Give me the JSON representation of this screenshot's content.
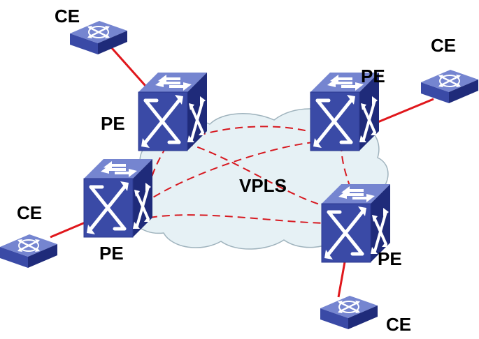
{
  "cloud": {
    "label": "VPLS"
  },
  "nodes": {
    "pe_nw": {
      "label": "PE"
    },
    "pe_ne": {
      "label": "PE"
    },
    "pe_sw": {
      "label": "PE"
    },
    "pe_se": {
      "label": "PE"
    },
    "ce_nw": {
      "label": "CE"
    },
    "ce_ne": {
      "label": "CE"
    },
    "ce_sw": {
      "label": "CE"
    },
    "ce_se": {
      "label": "CE"
    }
  },
  "colors": {
    "access_link": "#e0171c",
    "pseudowire": "#d71920",
    "cloud_fill": "#e6f1f5",
    "cloud_stroke": "#9fb3bd",
    "device_top": "#6f7fcb",
    "device_front": "#3b4aa8",
    "device_side": "#202d7c"
  }
}
